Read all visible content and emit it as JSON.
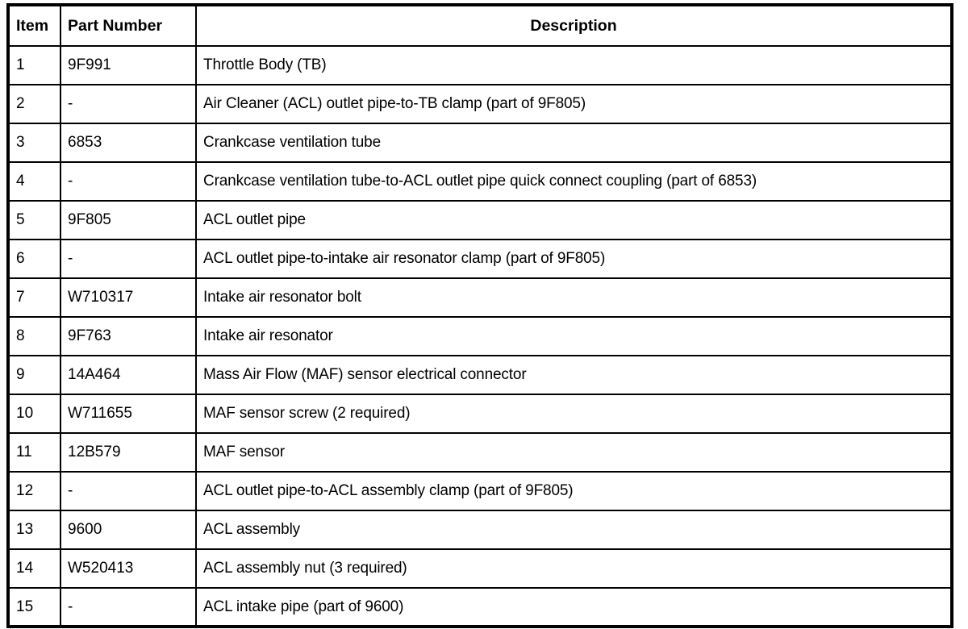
{
  "table": {
    "columns": [
      {
        "key": "item",
        "label": "Item",
        "align": "left"
      },
      {
        "key": "part_number",
        "label": "Part Number",
        "align": "left"
      },
      {
        "key": "description",
        "label": "Description",
        "align": "center"
      }
    ],
    "rows": [
      {
        "item": "1",
        "part_number": "9F991",
        "description": "Throttle Body (TB)"
      },
      {
        "item": "2",
        "part_number": "-",
        "description": "Air Cleaner (ACL) outlet pipe-to-TB clamp (part of 9F805)"
      },
      {
        "item": "3",
        "part_number": "6853",
        "description": "Crankcase ventilation tube"
      },
      {
        "item": "4",
        "part_number": "-",
        "description": "Crankcase ventilation tube-to-ACL outlet pipe quick connect coupling (part of 6853)"
      },
      {
        "item": "5",
        "part_number": "9F805",
        "description": "ACL outlet pipe"
      },
      {
        "item": "6",
        "part_number": "-",
        "description": "ACL outlet pipe-to-intake air resonator clamp (part of 9F805)"
      },
      {
        "item": "7",
        "part_number": "W710317",
        "description": "Intake air resonator bolt"
      },
      {
        "item": "8",
        "part_number": "9F763",
        "description": "Intake air resonator"
      },
      {
        "item": "9",
        "part_number": "14A464",
        "description": "Mass Air Flow (MAF) sensor electrical connector"
      },
      {
        "item": "10",
        "part_number": "W711655",
        "description": "MAF sensor screw (2 required)"
      },
      {
        "item": "11",
        "part_number": "12B579",
        "description": "MAF sensor"
      },
      {
        "item": "12",
        "part_number": "-",
        "description": "ACL outlet pipe-to-ACL assembly clamp (part of 9F805)"
      },
      {
        "item": "13",
        "part_number": "9600",
        "description": "ACL assembly"
      },
      {
        "item": "14",
        "part_number": "W520413",
        "description": "ACL assembly nut (3 required)"
      },
      {
        "item": "15",
        "part_number": "-",
        "description": "ACL intake pipe (part of 9600)"
      }
    ]
  },
  "colors": {
    "border": "#000000",
    "text": "#000000",
    "background": "#ffffff"
  }
}
